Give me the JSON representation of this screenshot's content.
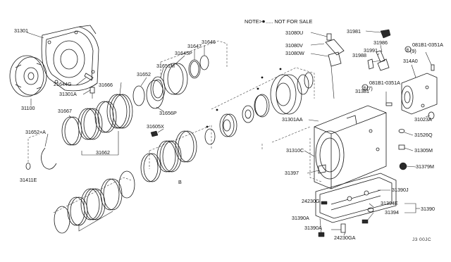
{
  "note": {
    "prefix": "NOTE>",
    "suffix": "..... NOT FOR SALE"
  },
  "footer_code": "J3 00JC",
  "callouts": {
    "c31301": "31301",
    "c31100": "31100",
    "c21644G": "21644G",
    "c31301A": "31301A",
    "c31666": "31666",
    "c31652": "31652",
    "c31651M": "31651M",
    "c31645P": "31645P",
    "c31647": "31647",
    "c31646": "31646",
    "c31656P": "31656P",
    "c31667": "31667",
    "c31652A": "31652+A",
    "c31662": "31662",
    "c31605X": "31605X",
    "c31411E": "31411E",
    "c31080U": "31080U",
    "c31080V": "31080V",
    "c31080W": "31080W",
    "c31981": "31981",
    "c31986": "31986",
    "c31991": "31991",
    "c31988": "31988",
    "c081B1a": "081B1-0351A",
    "c081B1a_qty": "(9)",
    "c314A0": "314A0",
    "c081B1b": "081B1-0351A",
    "c081B1b_qty": "(7)",
    "c31381": "31381",
    "c31023A": "31023A",
    "c31301AA": "31301AA",
    "c31526Q": "31526Q",
    "c31305M": "31305M",
    "c31310C": "31310C",
    "c31379M": "31379M",
    "c31397": "31397",
    "c31390J": "31390J",
    "c24230G": "24230G",
    "c31394E": "31394E",
    "c31390": "31390",
    "c31394": "31394",
    "c31390A": "31390A",
    "c31390A2": "31390A",
    "c24230GA": "24230GA"
  },
  "circled_marker": "B"
}
